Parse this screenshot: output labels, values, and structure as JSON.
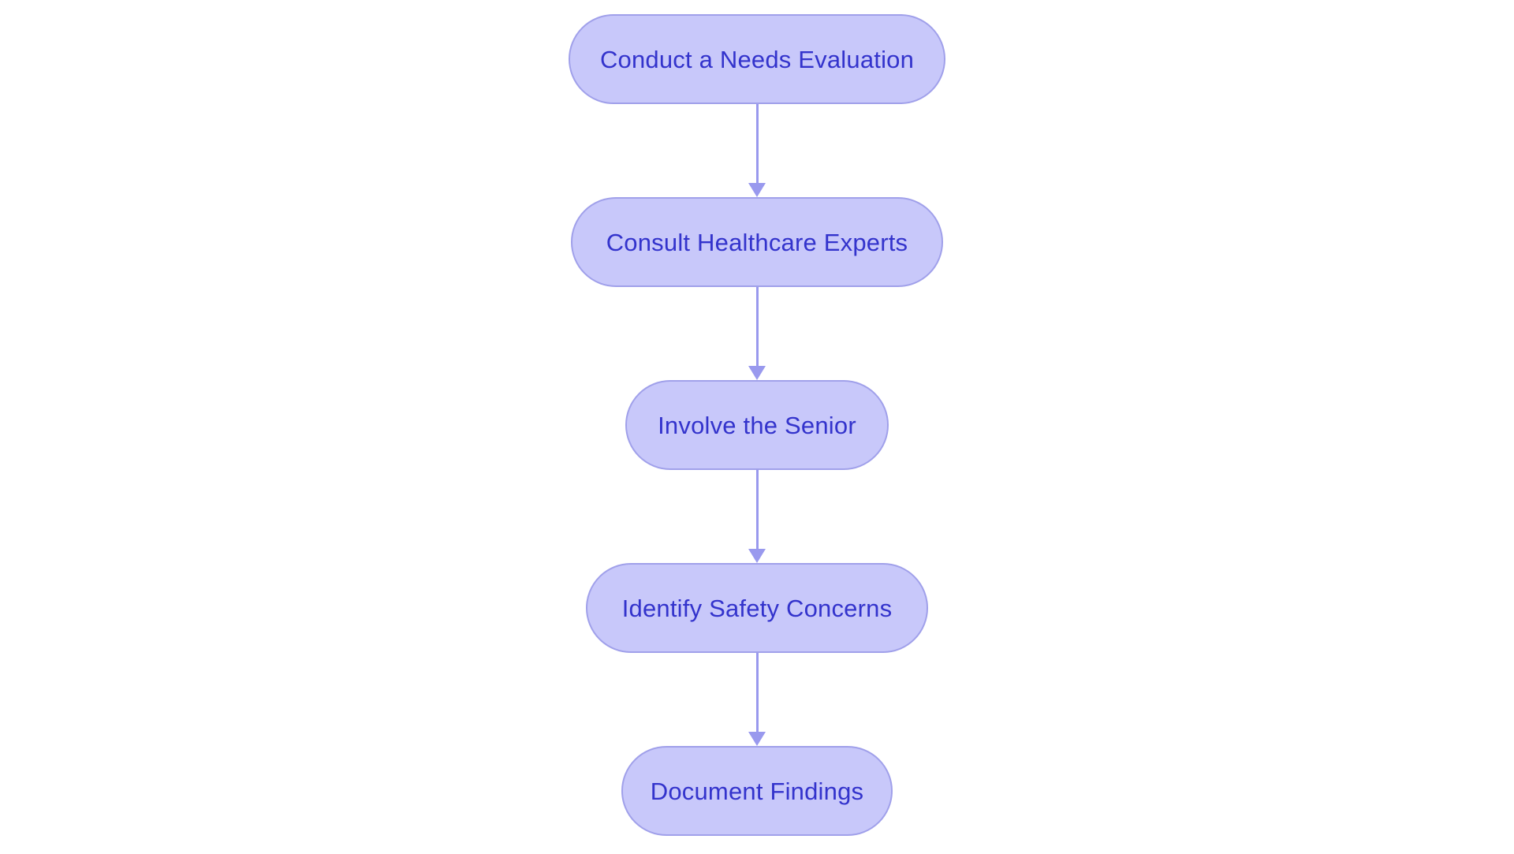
{
  "diagram": {
    "type": "flowchart",
    "orientation": "vertical-top-to-bottom",
    "title": "",
    "background_color": "#ffffff",
    "node_style": {
      "shape": "stadium",
      "fill_color": "#c8c8fa",
      "border_color": "#a0a0ea",
      "text_color": "#3333cc"
    },
    "edge_style": {
      "line_color": "#9999ee",
      "arrowhead": "solid-triangle",
      "arrowhead_color": "#9999ee"
    },
    "nodes": [
      {
        "id": "node-1",
        "label": "Conduct a Needs Evaluation",
        "order": 1
      },
      {
        "id": "node-2",
        "label": "Consult Healthcare Experts",
        "order": 2
      },
      {
        "id": "node-3",
        "label": "Involve the Senior",
        "order": 3
      },
      {
        "id": "node-4",
        "label": "Identify Safety Concerns",
        "order": 4
      },
      {
        "id": "node-5",
        "label": "Document Findings",
        "order": 5
      }
    ],
    "edges": [
      {
        "id": "edge-1",
        "from": "node-1",
        "to": "node-2",
        "label": ""
      },
      {
        "id": "edge-2",
        "from": "node-2",
        "to": "node-3",
        "label": ""
      },
      {
        "id": "edge-3",
        "from": "node-3",
        "to": "node-4",
        "label": ""
      },
      {
        "id": "edge-4",
        "from": "node-4",
        "to": "node-5",
        "label": ""
      }
    ]
  }
}
